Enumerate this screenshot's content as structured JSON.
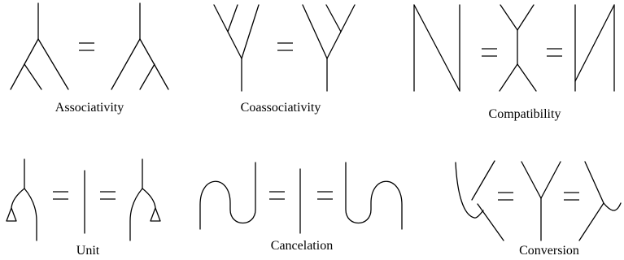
{
  "panels": [
    {
      "id": "associativity",
      "caption": "Associativity"
    },
    {
      "id": "coassociativity",
      "caption": "Coassociativity"
    },
    {
      "id": "compatibility",
      "caption": "Compatibility"
    },
    {
      "id": "unit",
      "caption": "Unit"
    },
    {
      "id": "cancelation",
      "caption": "Cancelation"
    },
    {
      "id": "conversion",
      "caption": "Conversion"
    }
  ]
}
